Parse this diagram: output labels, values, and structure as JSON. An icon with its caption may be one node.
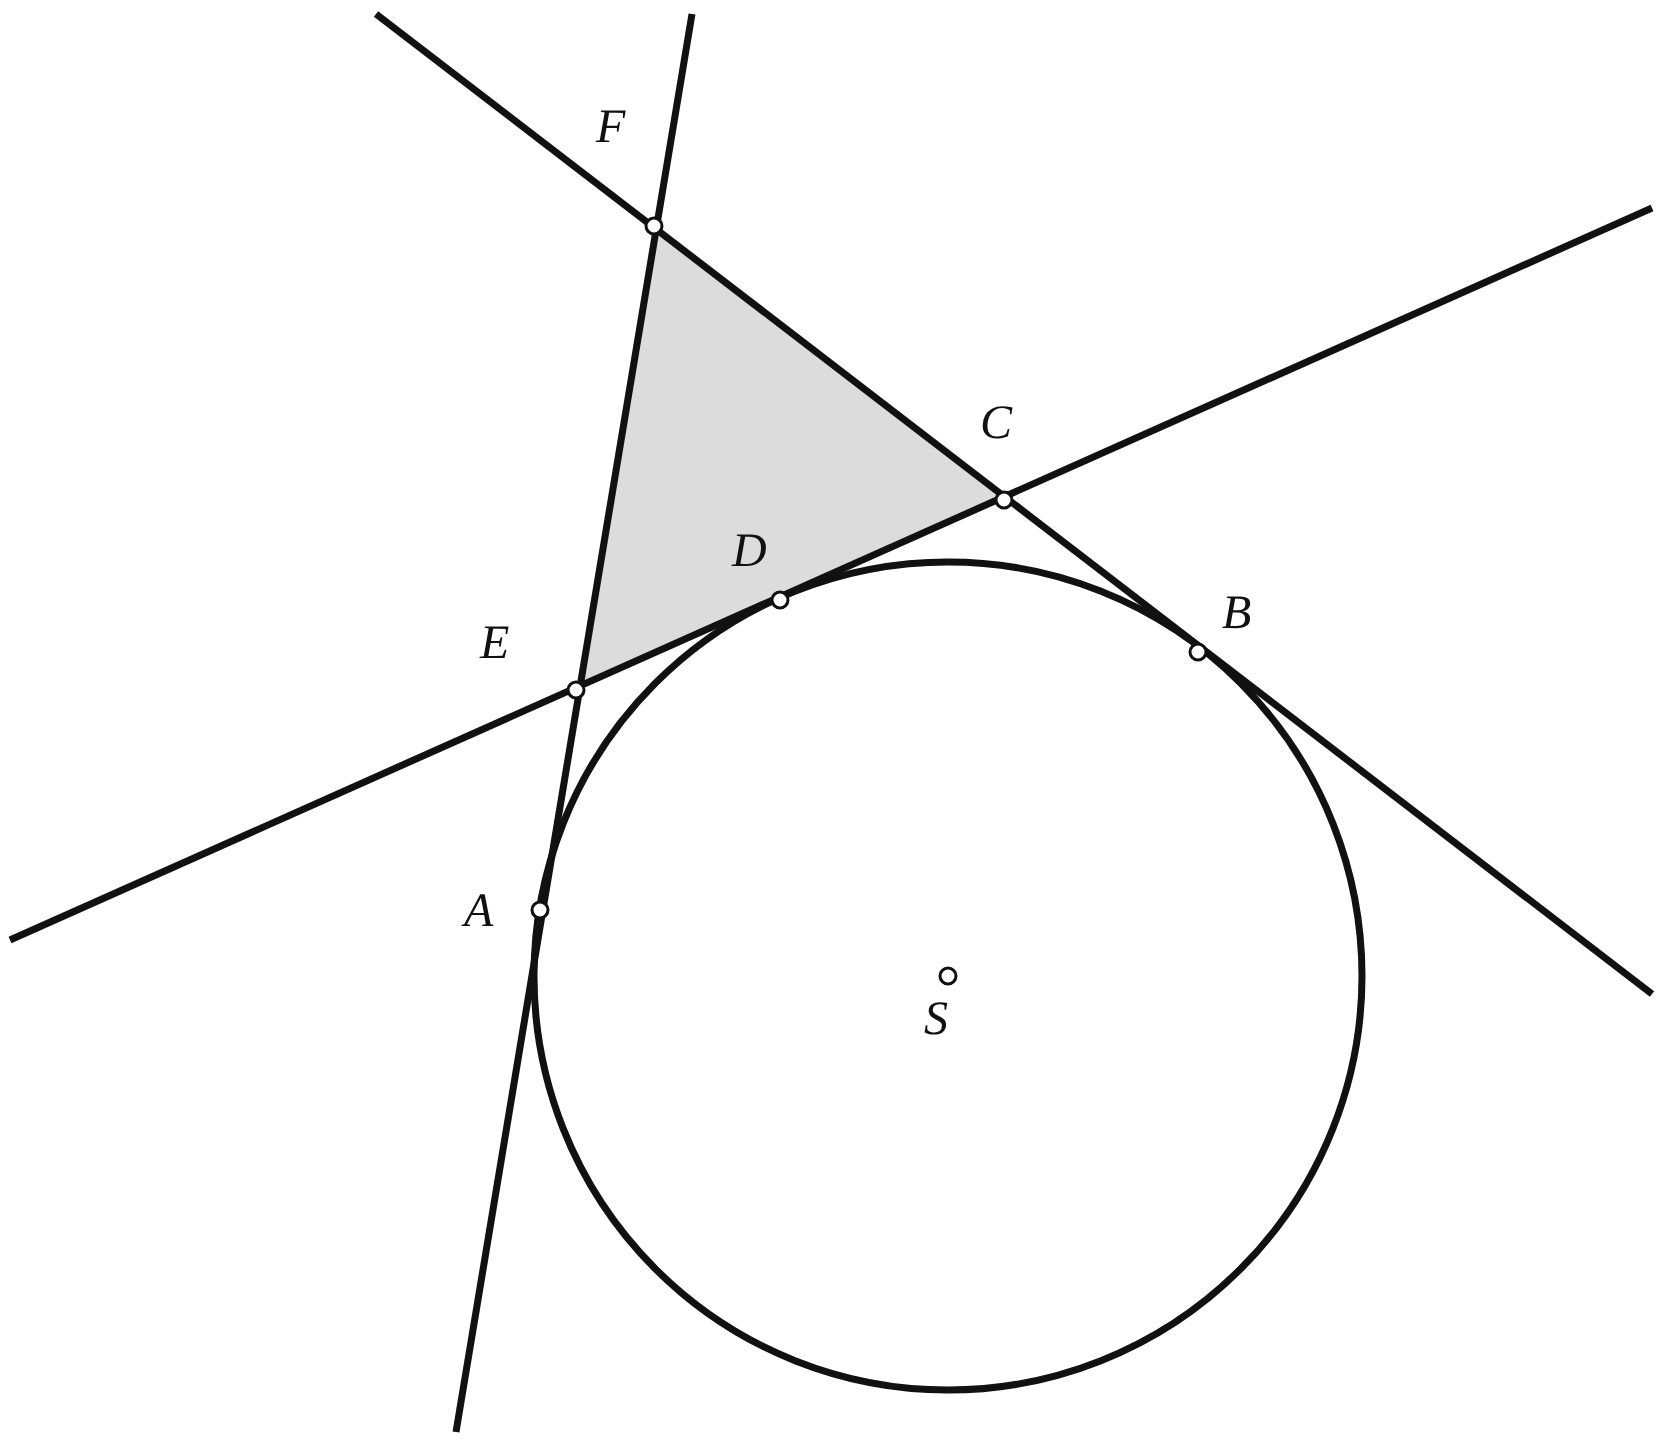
{
  "diagram": {
    "labels": [
      "F",
      "C",
      "D",
      "B",
      "E",
      "A",
      "S"
    ]
  }
}
